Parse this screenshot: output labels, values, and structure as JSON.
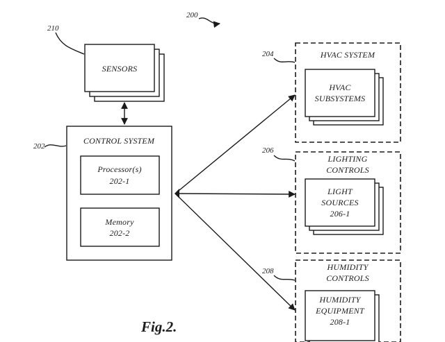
{
  "figure": {
    "ref_number": "200",
    "caption": "Fig.2."
  },
  "sensors": {
    "ref": "210",
    "label": "SENSORS"
  },
  "control_system": {
    "ref": "202",
    "label": "CONTROL SYSTEM",
    "processor": {
      "label": "Processor(s)",
      "ref": "202-1"
    },
    "memory": {
      "label": "Memory",
      "ref": "202-2"
    }
  },
  "hvac": {
    "ref": "204",
    "label": "HVAC SYSTEM",
    "inner": {
      "line1": "HVAC",
      "line2": "SUBSYSTEMS"
    }
  },
  "lighting": {
    "ref": "206",
    "line1": "LIGHTING",
    "line2": "CONTROLS",
    "inner": {
      "line1": "LIGHT",
      "line2": "SOURCES",
      "line3": "206-1"
    }
  },
  "humidity": {
    "ref": "208",
    "line1": "HUMIDITY",
    "line2": "CONTROLS",
    "inner": {
      "line1": "HUMIDITY",
      "line2": "EQUIPMENT",
      "line3": "208-1"
    }
  }
}
